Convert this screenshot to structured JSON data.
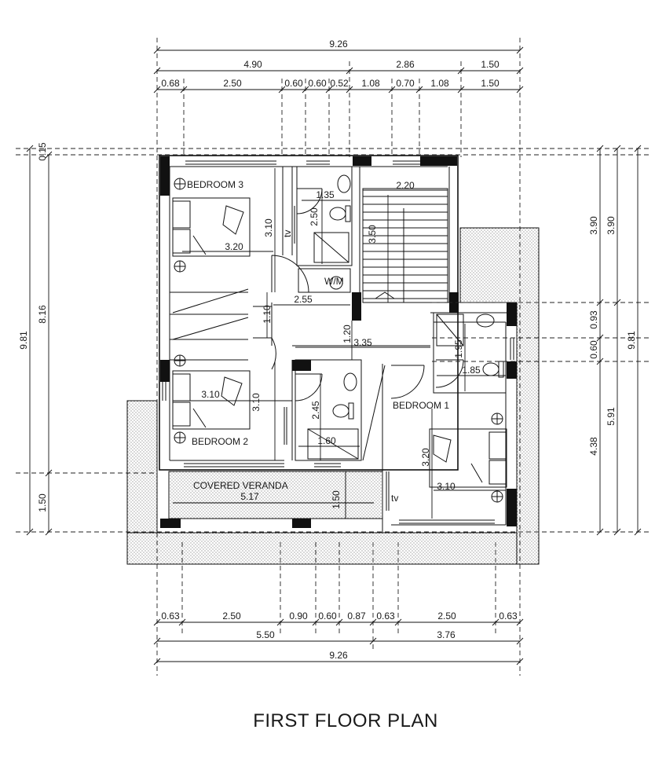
{
  "title": "FIRST  FLOOR PLAN",
  "rooms": {
    "bedroom3": "BEDROOM 3",
    "bedroom2": "BEDROOM 2",
    "bedroom1": "BEDROOM 1",
    "veranda": "COVERED VERANDA",
    "wm": "W/M"
  },
  "appliance_labels": {
    "tv": "tv"
  },
  "top_dims": {
    "overall": "9.26",
    "row2": [
      "4.90",
      "2.86",
      "1.50"
    ],
    "row3": [
      "0.68",
      "2.50",
      "0.60",
      "0.60",
      "0.52",
      "1.08",
      "0.70",
      "1.08",
      "1.50"
    ]
  },
  "bottom_dims": {
    "row1": [
      "0.63",
      "2.50",
      "0.90",
      "0.60",
      "0.87",
      "0.63",
      "2.50",
      "0.63"
    ],
    "row2": [
      "5.50",
      "3.76"
    ],
    "overall": "9.26"
  },
  "left_dims": {
    "d015": "0.15",
    "d816": "8.16",
    "d150": "1.50",
    "d981": "9.81"
  },
  "right_dims": {
    "d390a": "3.90",
    "d390b": "3.90",
    "d093": "0.93",
    "d060": "0.60",
    "d438": "4.38",
    "d591": "5.91",
    "d981": "9.81"
  },
  "interior_dims": {
    "b3_height": "3.10",
    "b3_width": "3.20",
    "bath_top_w": "1.35",
    "bath_top_h": "2.50",
    "stair_w": "2.20",
    "stair_h": "3.50",
    "hall_w": "2.55",
    "hall_h": "1.10",
    "landing_h": "1.20",
    "landing_w": "3.35",
    "ens_h": "1.95",
    "ens_w": "1.85",
    "b2_width": "3.10",
    "b2_height": "3.10",
    "bath_mid_h": "2.45",
    "bath_mid_w": "1.60",
    "b1_height": "3.20",
    "b1_width": "3.10",
    "veranda_w": "5.17",
    "veranda_h": "1.50"
  }
}
